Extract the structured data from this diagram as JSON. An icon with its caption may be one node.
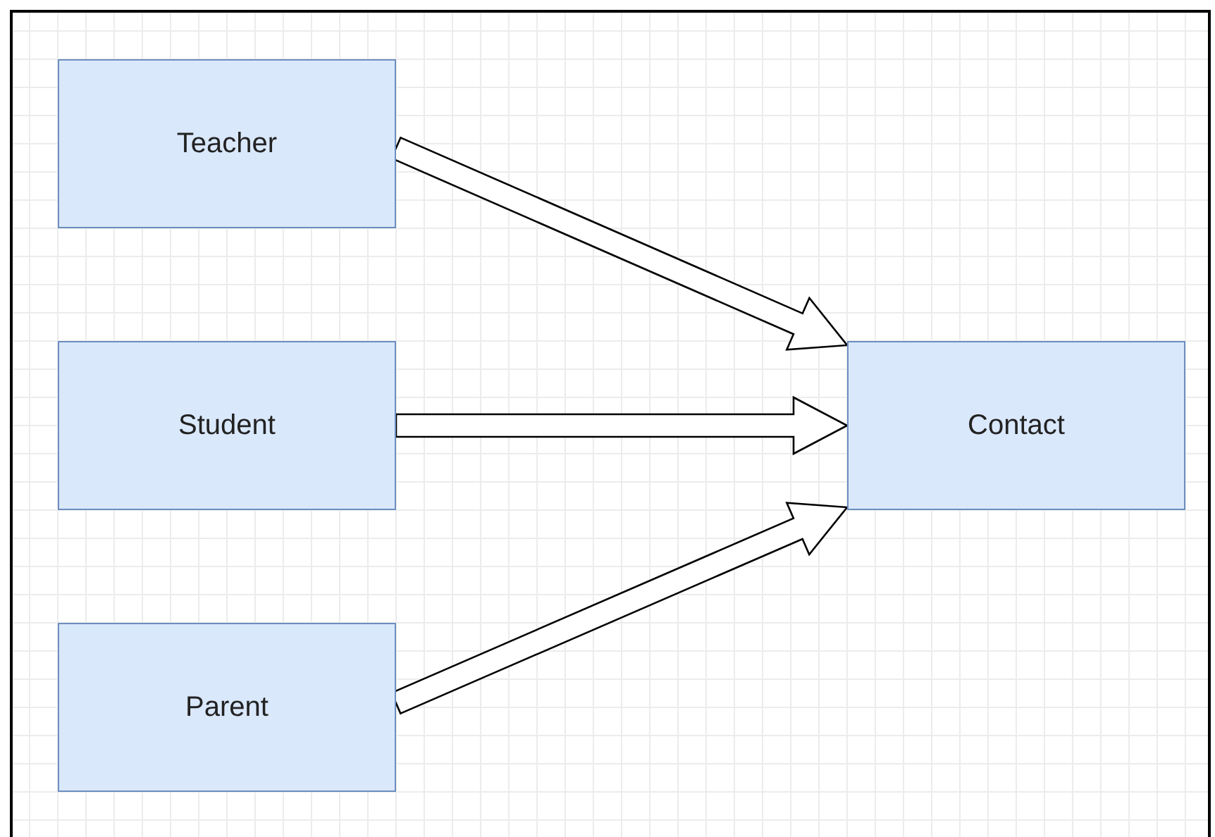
{
  "diagram": {
    "nodes": [
      {
        "text": [
          "Teacher"
        ]
      },
      {
        "text": [
          "Student"
        ]
      },
      {
        "text": [
          "Parent"
        ]
      },
      {
        "text": [
          "Contact"
        ]
      }
    ],
    "edges": [
      {
        "from": 0,
        "to": 3,
        "arrow": "to"
      },
      {
        "from": 1,
        "to": 3,
        "arrow": "to"
      },
      {
        "from": 2,
        "to": 3,
        "arrow": "to"
      }
    ]
  }
}
